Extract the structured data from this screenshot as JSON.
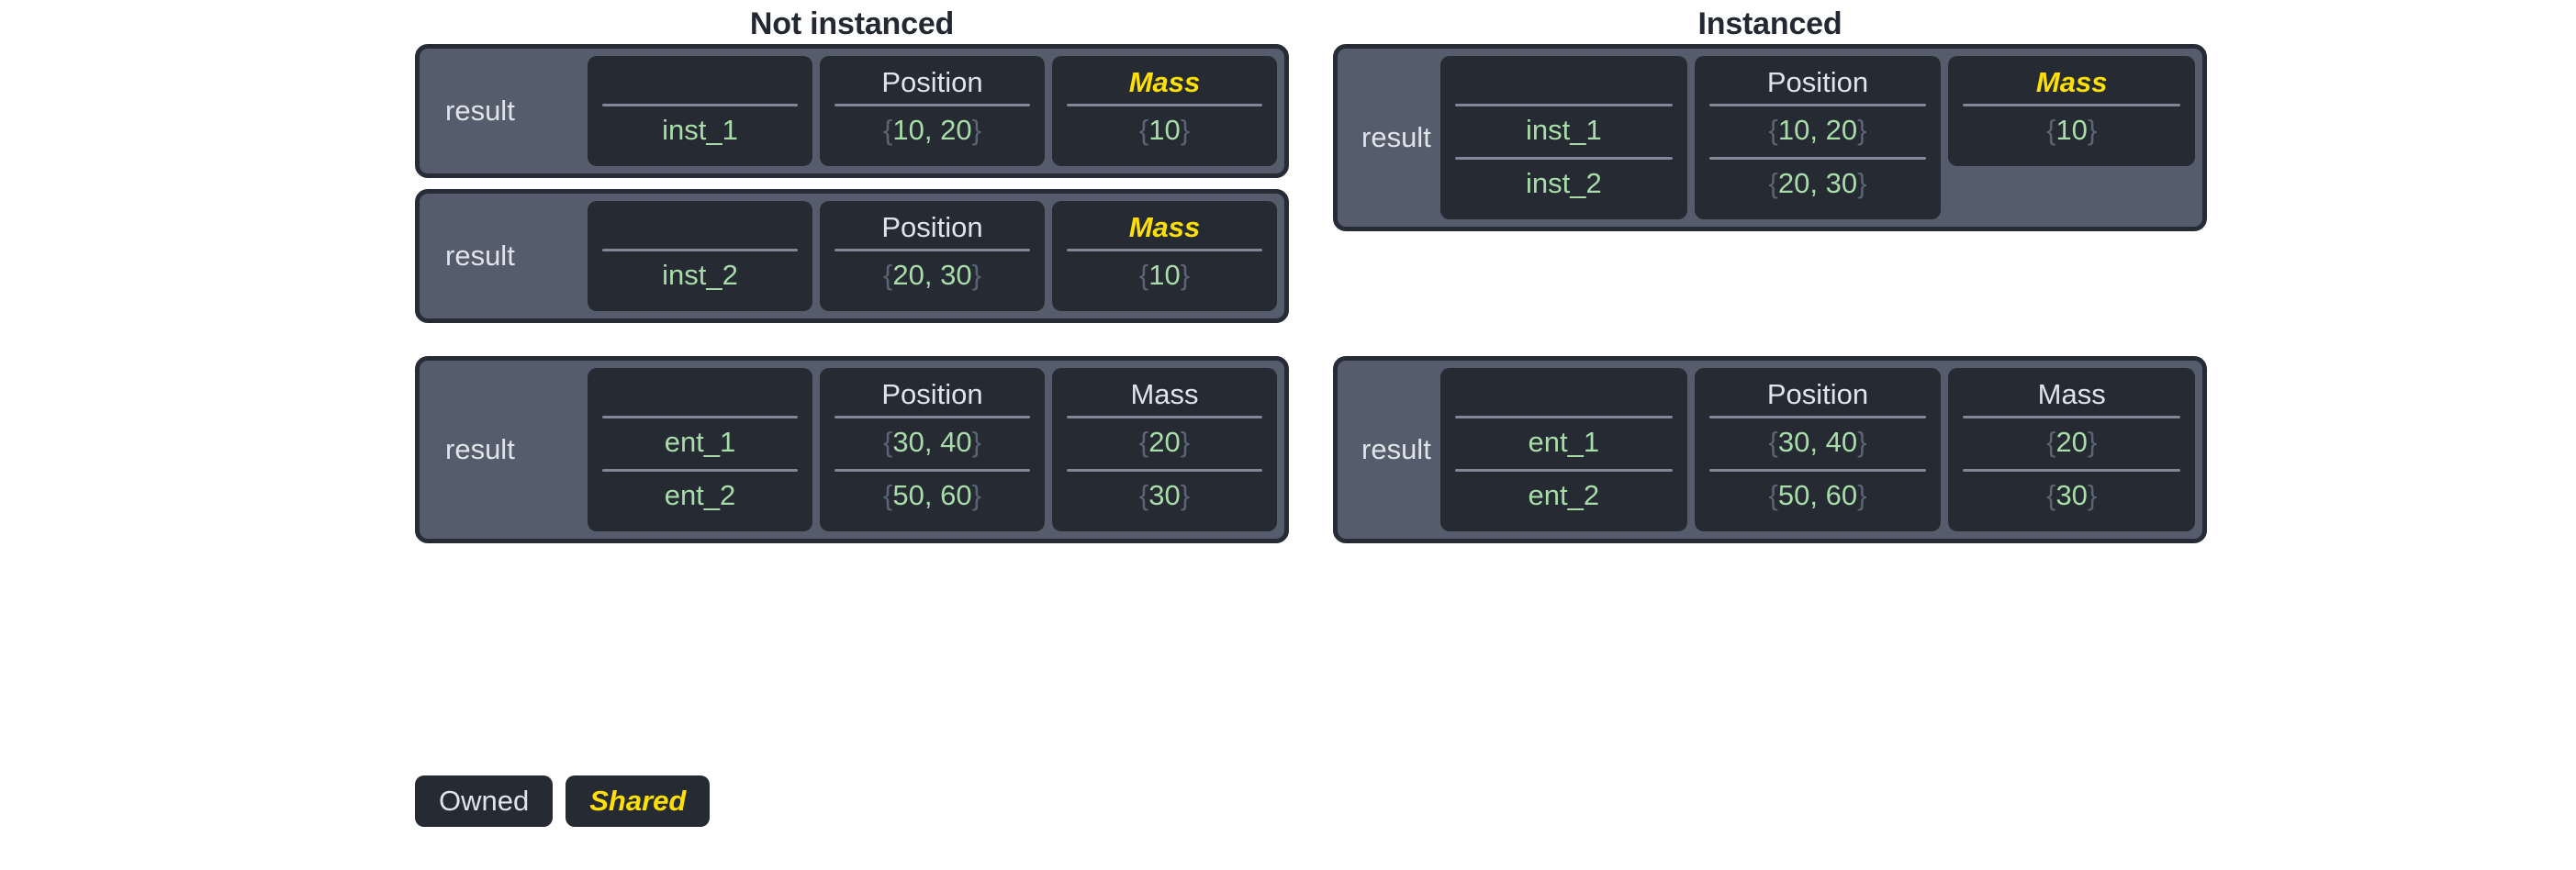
{
  "legend": {
    "owned_label": "Owned",
    "shared_label": "Shared"
  },
  "columns": [
    {
      "title": "Not instanced",
      "panels": [
        {
          "result_label": "result",
          "columns": [
            {
              "header": "",
              "shared": false,
              "cells": [
                "inst_1"
              ]
            },
            {
              "header": "Position",
              "shared": false,
              "cells": [
                "{10, 20}"
              ]
            },
            {
              "header": "Mass",
              "shared": true,
              "cells": [
                "{10}"
              ]
            }
          ]
        },
        {
          "result_label": "result",
          "columns": [
            {
              "header": "",
              "shared": false,
              "cells": [
                "inst_2"
              ]
            },
            {
              "header": "Position",
              "shared": false,
              "cells": [
                "{20, 30}"
              ]
            },
            {
              "header": "Mass",
              "shared": true,
              "cells": [
                "{10}"
              ]
            }
          ]
        },
        {
          "result_label": "result",
          "columns": [
            {
              "header": "",
              "shared": false,
              "cells": [
                "ent_1",
                "ent_2"
              ]
            },
            {
              "header": "Position",
              "shared": false,
              "cells": [
                "{30, 40}",
                "{50, 60}"
              ]
            },
            {
              "header": "Mass",
              "shared": false,
              "cells": [
                "{20}",
                "{30}"
              ]
            }
          ]
        }
      ]
    },
    {
      "title": "Instanced",
      "panels": [
        {
          "result_label": "result",
          "columns": [
            {
              "header": "",
              "shared": false,
              "cells": [
                "inst_1",
                "inst_2"
              ]
            },
            {
              "header": "Position",
              "shared": false,
              "cells": [
                "{10, 20}",
                "{20, 30}"
              ]
            },
            {
              "header": "Mass",
              "shared": true,
              "cells": [
                "{10}"
              ]
            }
          ]
        },
        {
          "result_label": "result",
          "columns": [
            {
              "header": "",
              "shared": false,
              "cells": [
                "ent_1",
                "ent_2"
              ]
            },
            {
              "header": "Position",
              "shared": false,
              "cells": [
                "{30, 40}",
                "{50, 60}"
              ]
            },
            {
              "header": "Mass",
              "shared": false,
              "cells": [
                "{20}",
                "{30}"
              ]
            }
          ]
        }
      ]
    }
  ]
}
